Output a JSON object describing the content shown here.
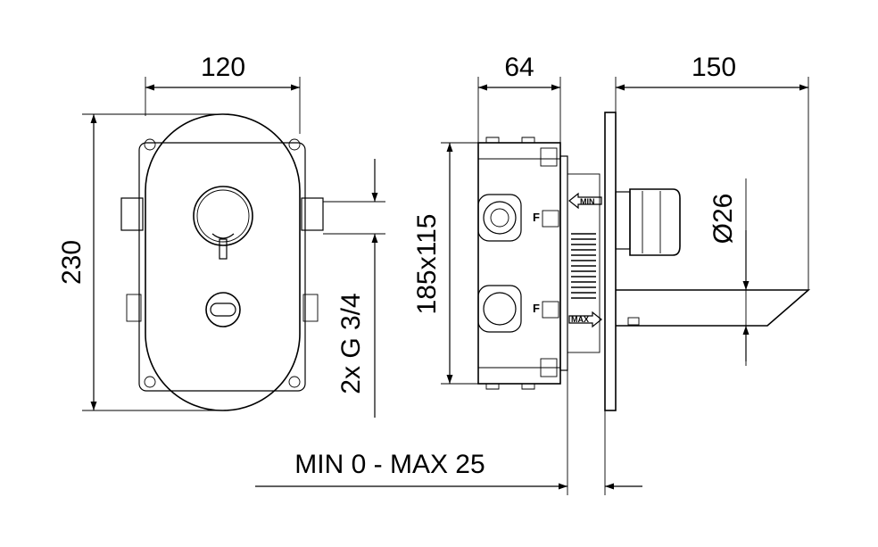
{
  "dimensions": {
    "front_width": "120",
    "front_height": "230",
    "pipe_connection": "2x G 3/4",
    "body_depth": "64",
    "spout_length": "150",
    "box_size": "185x115",
    "handle_diameter": "Ø26",
    "wall_range": "MIN 0 - MAX 25"
  },
  "valve_labels": {
    "min": "MIN",
    "max": "MAX",
    "f_top": "F",
    "f_bottom": "F"
  }
}
